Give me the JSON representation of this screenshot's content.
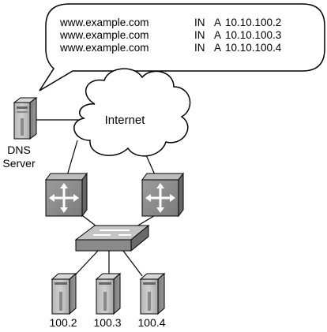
{
  "dns_records": [
    {
      "name": "www.example.com",
      "class": "IN",
      "type": "A",
      "address": "10.10.100.2"
    },
    {
      "name": "www.example.com",
      "class": "IN",
      "type": "A",
      "address": "10.10.100.3"
    },
    {
      "name": "www.example.com",
      "class": "IN",
      "type": "A",
      "address": "10.10.100.4"
    }
  ],
  "cloud_label": "Internet",
  "dns_server": {
    "line1": "DNS",
    "line2": "Server"
  },
  "servers": [
    {
      "label": "100.2"
    },
    {
      "label": "100.3"
    },
    {
      "label": "100.4"
    }
  ],
  "colors": {
    "device_light": "#c8c8c8",
    "device_mid": "#a0a0a0",
    "device_dark": "#6a6a6a",
    "outline": "#000000"
  }
}
